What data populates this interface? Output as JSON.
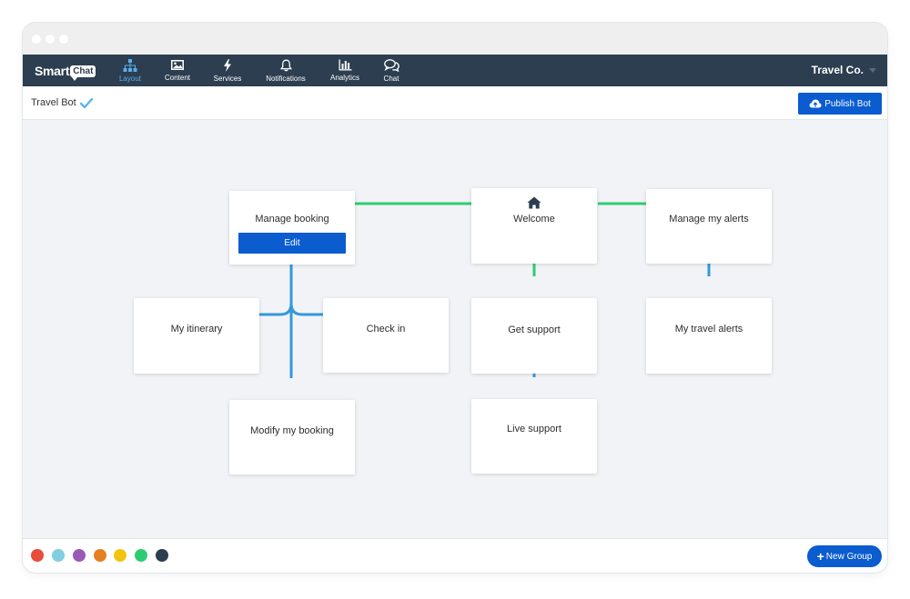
{
  "app": {
    "logo_main": "Smart",
    "logo_badge": "Chat",
    "account_name": "Travel Co."
  },
  "nav": [
    {
      "label": "Layout",
      "icon": "sitemap-icon",
      "active": true
    },
    {
      "label": "Content",
      "icon": "image-icon",
      "active": false
    },
    {
      "label": "Services",
      "icon": "bolt-icon",
      "active": false
    },
    {
      "label": "Notifications",
      "icon": "bell-icon",
      "active": false
    },
    {
      "label": "Analytics",
      "icon": "bar-chart-icon",
      "active": false
    },
    {
      "label": "Chat",
      "icon": "chat-bubbles-icon",
      "active": false
    }
  ],
  "toolbar": {
    "bot_name": "Travel Bot",
    "publish_label": "Publish Bot"
  },
  "cards": {
    "manage_booking": {
      "title": "Manage booking",
      "edit_label": "Edit"
    },
    "welcome": {
      "title": "Welcome"
    },
    "manage_alerts": {
      "title": "Manage my alerts"
    },
    "itinerary": {
      "title": "My itinerary"
    },
    "check_in": {
      "title": "Check in"
    },
    "get_support": {
      "title": "Get support"
    },
    "travel_alerts": {
      "title": "My travel alerts"
    },
    "modify_booking": {
      "title": "Modify my booking"
    },
    "live_support": {
      "title": "Live support"
    }
  },
  "colors": {
    "green_line": "#2ecc71",
    "blue_line": "#3498db",
    "accent": "#0a5ccf",
    "nav_bg": "#2c3e50",
    "nav_active": "#5aaeea"
  },
  "footer": {
    "swatches": [
      "#e74c3c",
      "#7ecfe0",
      "#9b59b6",
      "#e67e22",
      "#f1c40f",
      "#2ecc71",
      "#2c3e50"
    ],
    "new_group_label": "New Group"
  }
}
